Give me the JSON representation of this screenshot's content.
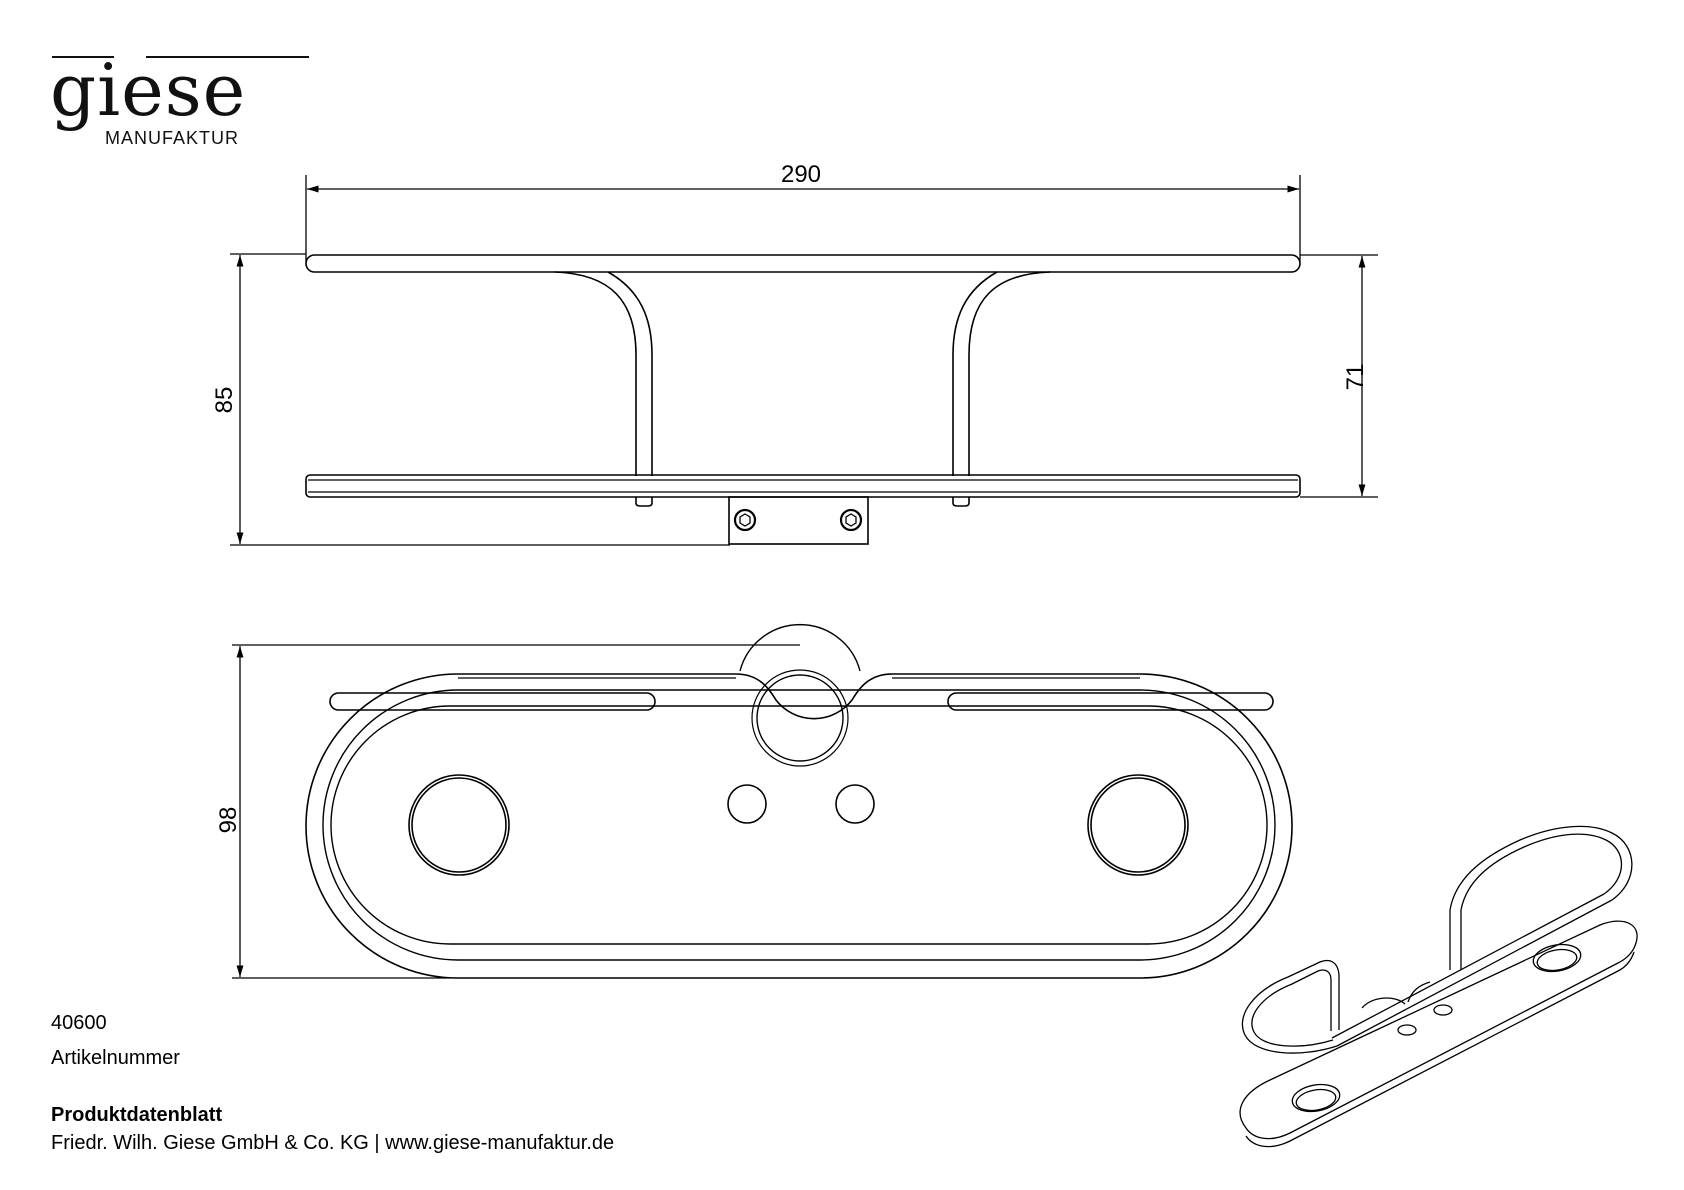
{
  "logo": {
    "word": "giese",
    "subtitle": "MANUFAKTUR"
  },
  "drawing": {
    "side_view": {
      "width_dim": "290",
      "height_dim_total": "85",
      "height_dim_rails": "71"
    },
    "top_view": {
      "depth_dim": "98"
    }
  },
  "article": {
    "number": "40600",
    "label": "Artikelnummer"
  },
  "footer": {
    "title": "Produktdatenblatt",
    "company": "Friedr. Wilh. Giese GmbH & Co. KG | www.giese-manufaktur.de"
  },
  "colors": {
    "line": "#000000",
    "background": "#ffffff"
  }
}
